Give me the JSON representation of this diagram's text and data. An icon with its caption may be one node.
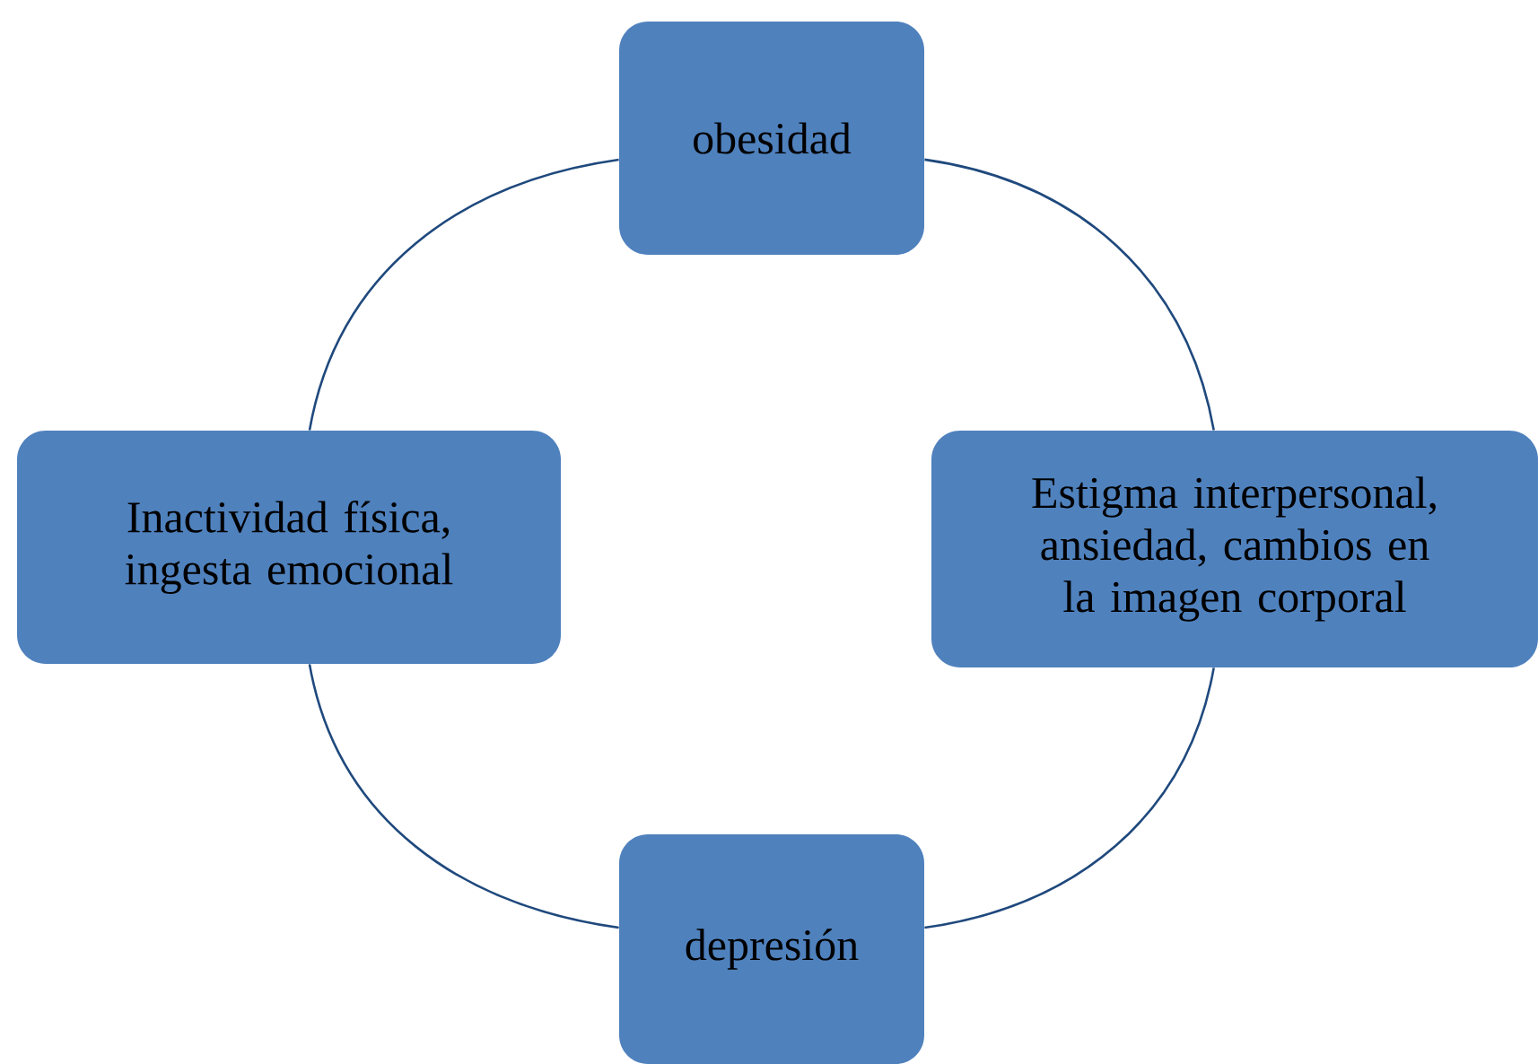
{
  "diagram": {
    "nodes": [
      {
        "text": [
          "obesidad"
        ]
      },
      {
        "text": [
          "Inactividad física, ingesta emocional"
        ]
      },
      {
        "text": [
          "Estigma interpersonal, ansiedad, cambios en la imagen corporal"
        ]
      },
      {
        "text": [
          "depresión"
        ]
      }
    ],
    "edges": [
      {
        "from": 0,
        "to": 2,
        "arrow": "none"
      },
      {
        "from": 2,
        "to": 3,
        "arrow": "none"
      },
      {
        "from": 3,
        "to": 1,
        "arrow": "none"
      },
      {
        "from": 1,
        "to": 0,
        "arrow": "none"
      }
    ]
  }
}
